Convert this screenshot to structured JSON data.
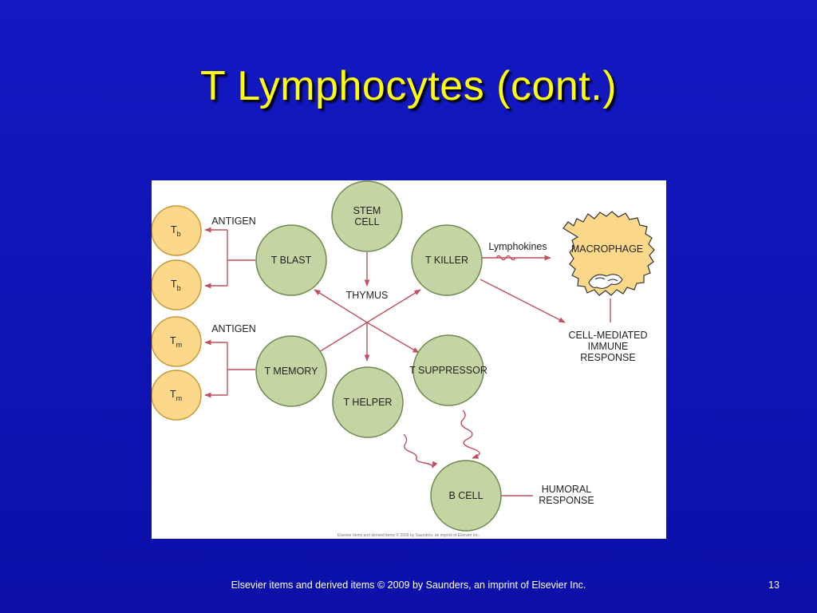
{
  "slide": {
    "title": "T Lymphocytes (cont.)",
    "footer": "Elsevier items and derived items © 2009 by Saunders, an imprint of Elsevier Inc.",
    "number": "13"
  },
  "colors": {
    "background": "#1015bc",
    "title": "#ffff00",
    "cell_fill": "#c5d4a3",
    "cell_stroke": "#6f8a50",
    "progeny_fill": "#fcd98a",
    "progeny_stroke": "#c99a3a",
    "arrow": "#c0505f"
  },
  "diagram": {
    "cells": {
      "stem_cell": [
        "STEM",
        "CELL"
      ],
      "t_blast": "T BLAST",
      "t_killer": "T KILLER",
      "t_memory": "T MEMORY",
      "t_helper": "T HELPER",
      "t_suppressor": "T SUPPRESSOR",
      "b_cell": "B CELL",
      "macrophage": "MACROPHAGE"
    },
    "progeny": {
      "tb_base": "T",
      "tb_sub": "b",
      "tm_base": "T",
      "tm_sub": "m"
    },
    "labels": {
      "antigen_top": "ANTIGEN",
      "antigen_bottom": "ANTIGEN",
      "thymus": "THYMUS",
      "lymphokines": "Lymphokines",
      "cell_mediated": [
        "CELL-MEDIATED",
        "IMMUNE",
        "RESPONSE"
      ],
      "humoral": [
        "HUMORAL",
        "RESPONSE"
      ]
    },
    "credit": "Elsevier items and derived items © 2009 by Saunders, an imprint of Elsevier Inc."
  }
}
